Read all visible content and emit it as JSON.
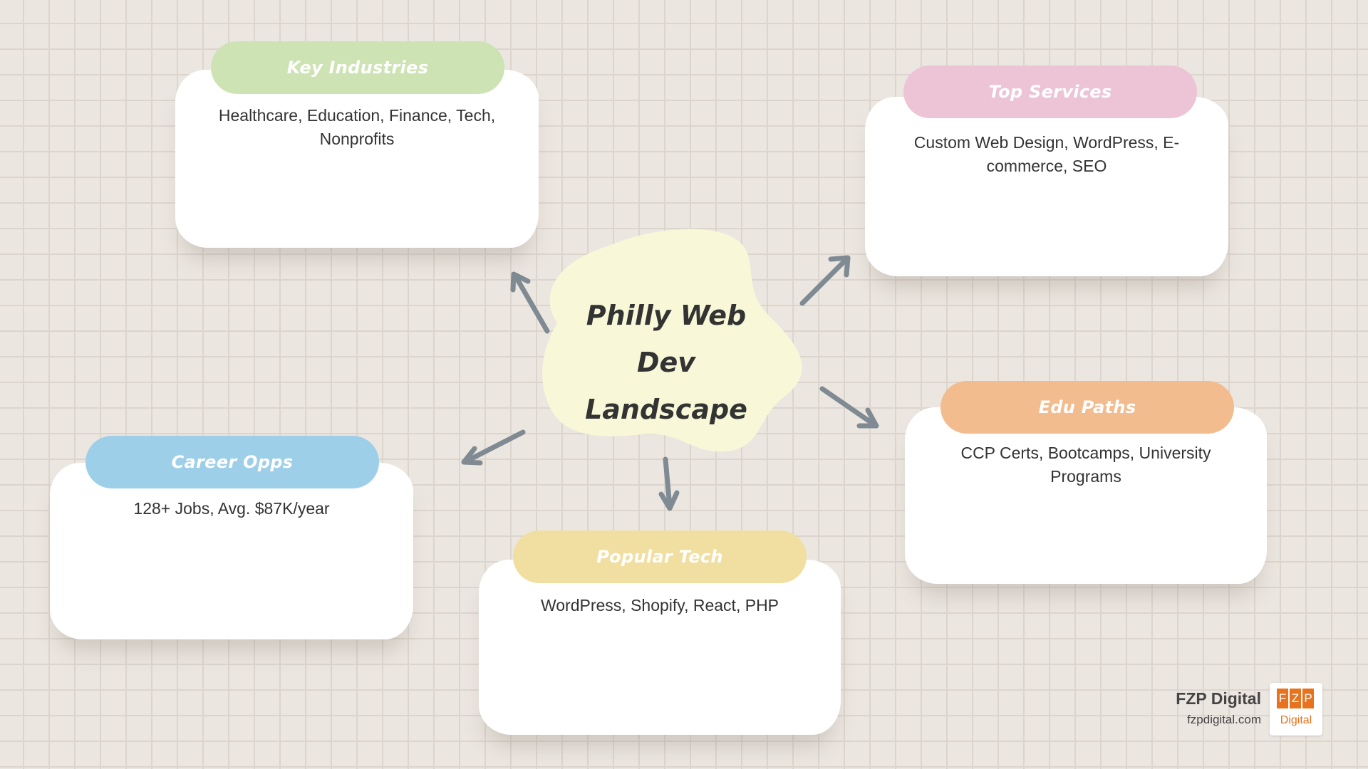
{
  "center": {
    "title_line1": "Philly Web Dev",
    "title_line2": "Landscape"
  },
  "nodes": {
    "key_industries": {
      "title": "Key Industries",
      "body": "Healthcare, Education, Finance, Tech, Nonprofits",
      "color": "#cde3b4"
    },
    "top_services": {
      "title": "Top Services",
      "body": "Custom Web Design, WordPress, E-commerce, SEO",
      "color": "#ecc4d6"
    },
    "edu_paths": {
      "title": "Edu Paths",
      "body": "CCP Certs, Bootcamps, University Programs",
      "color": "#f3bc8f"
    },
    "popular_tech": {
      "title": "Popular Tech",
      "body": "WordPress, Shopify, React, PHP",
      "color": "#f1dea1"
    },
    "career_opps": {
      "title": "Career Opps",
      "body": "128+ Jobs, Avg. $87K/year",
      "color": "#9ecfe9"
    }
  },
  "colors": {
    "background": "#ece6e0",
    "center_blob": "#f8f8d8",
    "arrow": "#7f8a92"
  },
  "brand": {
    "name": "FZP Digital",
    "url": "fzpdigital.com",
    "logo_letters": [
      "F",
      "Z",
      "P"
    ],
    "logo_word": "Digital"
  }
}
